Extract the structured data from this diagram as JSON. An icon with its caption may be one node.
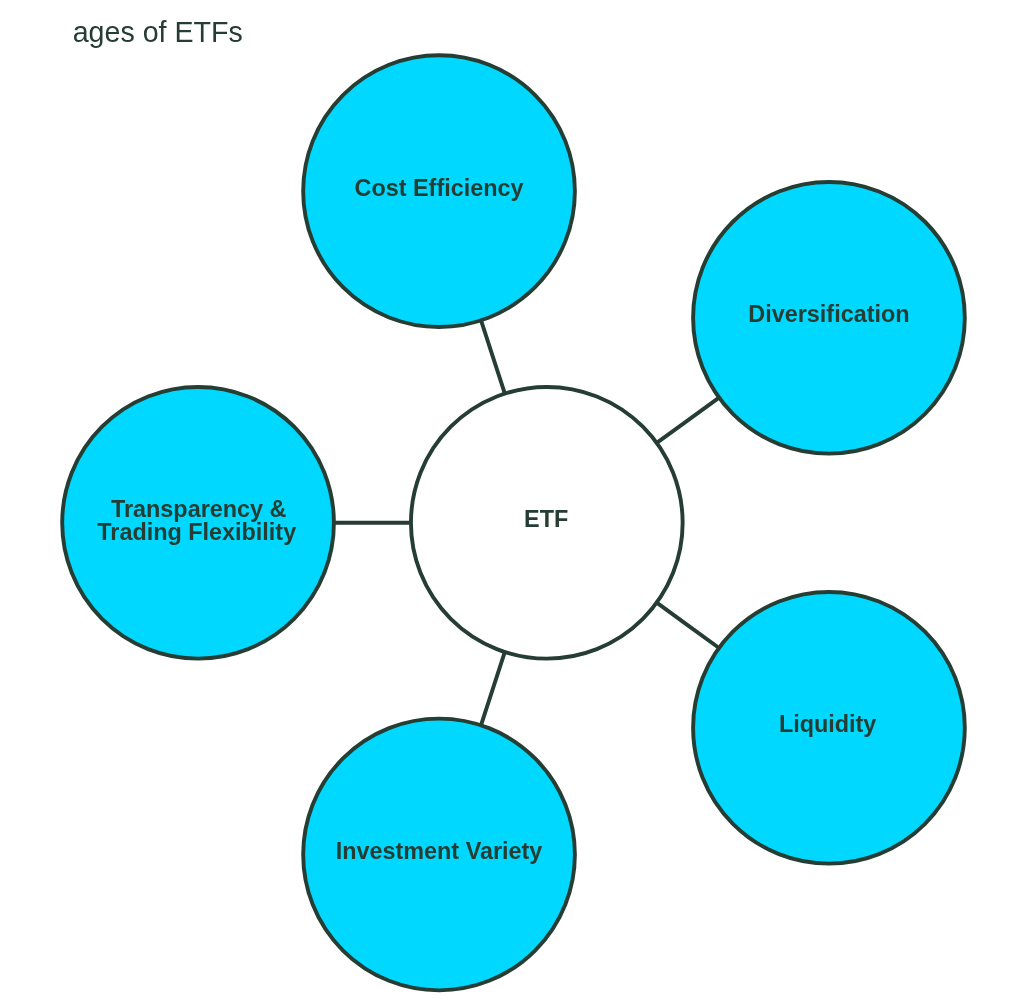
{
  "diagram": {
    "title": "ages of ETFs",
    "nodes": [
      {
        "text": [
          "Diversification"
        ]
      },
      {
        "text": [
          "Cost Efficiency"
        ]
      },
      {
        "text": [
          "Transparency & Trading Flexibility"
        ]
      },
      {
        "text": [
          "ETF"
        ]
      },
      {
        "text": [
          "Investment Variety"
        ]
      },
      {
        "text": [
          "Liquidity"
        ]
      }
    ],
    "edges": [
      {
        "from": 3,
        "to": 0,
        "arrow": "none"
      },
      {
        "from": 3,
        "to": 1,
        "arrow": "none"
      },
      {
        "from": 3,
        "to": 4,
        "arrow": "none"
      },
      {
        "from": 3,
        "to": 5,
        "arrow": "none"
      },
      {
        "from": 3,
        "to": 2,
        "arrow": "none"
      }
    ]
  }
}
